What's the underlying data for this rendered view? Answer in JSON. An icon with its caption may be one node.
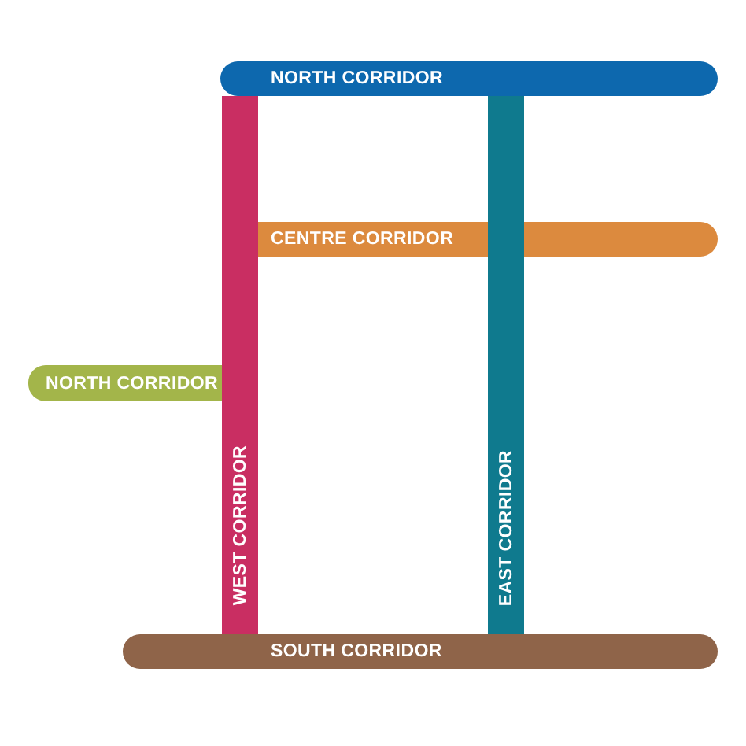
{
  "diagram": {
    "nodes": [
      {
        "text": [
          "NORTH CORRIDOR"
        ]
      },
      {
        "text": [
          "WEST CORRIDOR"
        ]
      },
      {
        "text": [
          "EAST CORRIDOR"
        ]
      },
      {
        "text": [
          "CENTRE CORRIDOR"
        ]
      },
      {
        "text": [
          "NORTH CORRIDOR"
        ]
      },
      {
        "text": [
          "SOUTH CORRIDOR"
        ]
      }
    ]
  }
}
